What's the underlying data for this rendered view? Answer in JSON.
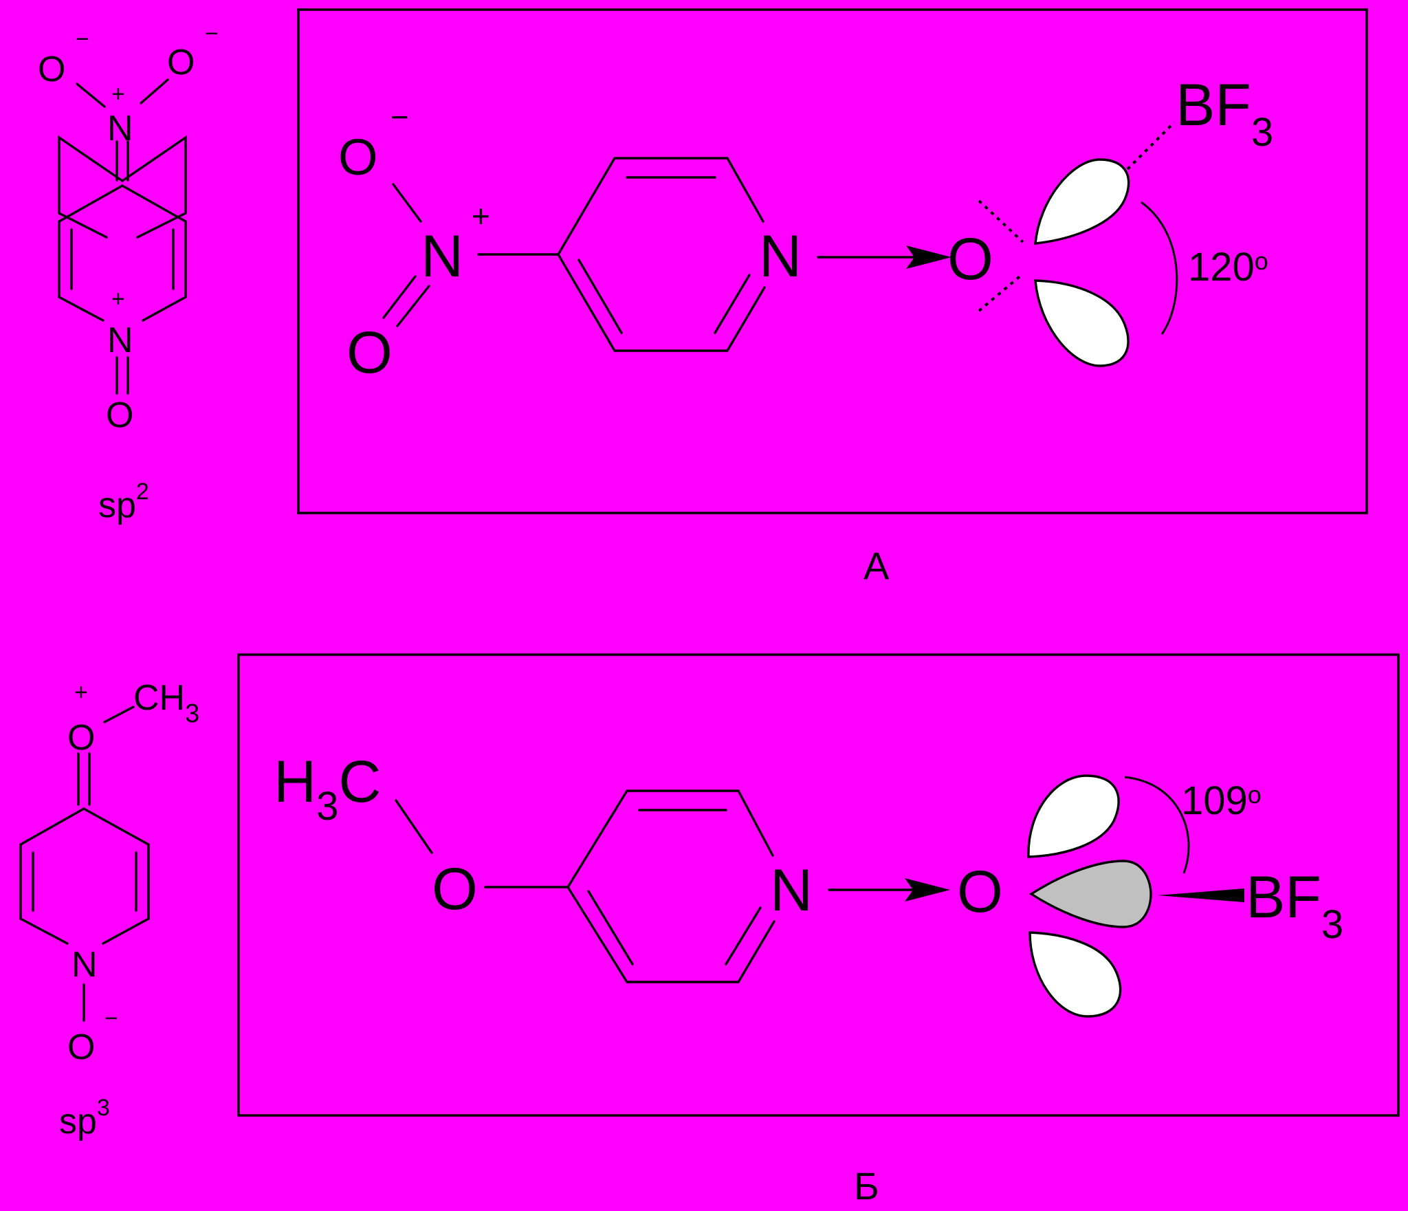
{
  "colors": {
    "background": "#ff00ff",
    "ink": "#000000",
    "lobe": "#ffffff",
    "lobe_shaded": "#c0c0c0"
  },
  "top_left": {
    "o1": "O",
    "o1_charge": "−",
    "o2": "O",
    "o2_charge": "−",
    "n_nitro": "N",
    "n_nitro_charge": "+",
    "n_ring": "N",
    "n_ring_charge": "+",
    "o_ring": "O",
    "hybrid_base": "sp",
    "hybrid_sup": "2"
  },
  "panel_a": {
    "o_minus": "O",
    "o_minus_charge": "−",
    "n_nitro": "N",
    "n_nitro_charge": "+",
    "o_double": "O",
    "n_ring": "N",
    "o_acceptor": "O",
    "bf3_base": "BF",
    "bf3_sub": "3",
    "angle": "120",
    "angle_deg": "o",
    "caption": "А"
  },
  "bottom_left": {
    "o_top": "O",
    "o_top_charge": "+",
    "ch3_base": "CH",
    "ch3_sub": "3",
    "n_ring": "N",
    "o_bottom": "O",
    "o_bottom_charge": "−",
    "hybrid_base": "sp",
    "hybrid_sup": "3"
  },
  "panel_b": {
    "h3c_h": "H",
    "h3c_sub": "3",
    "h3c_c": "C",
    "o_methoxy": "O",
    "n_ring": "N",
    "o_acceptor": "O",
    "bf3_base": "BF",
    "bf3_sub": "3",
    "angle": "109",
    "angle_deg": "o",
    "caption": "Б"
  }
}
